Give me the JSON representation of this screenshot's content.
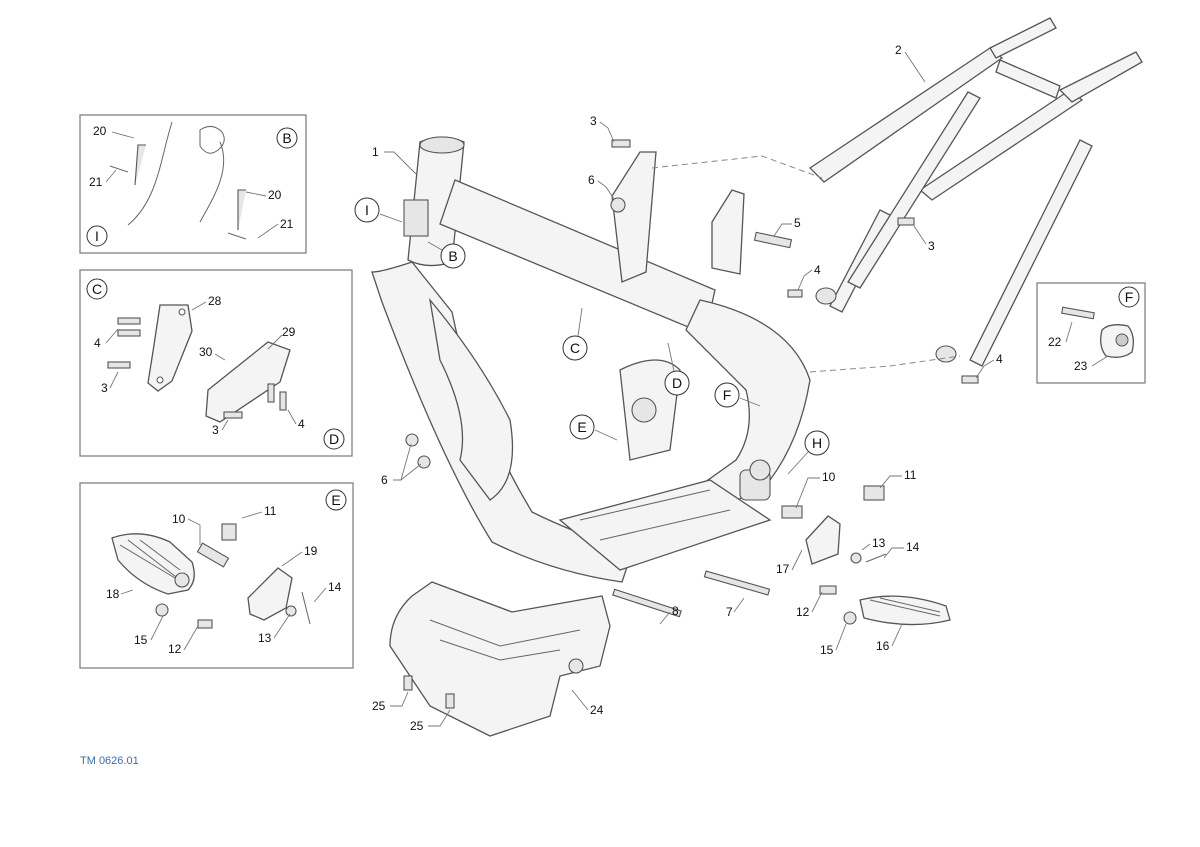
{
  "diagram": {
    "reference_code": "TM 0626.01",
    "detail_box_letters": [
      "B",
      "I",
      "C",
      "D",
      "E",
      "F"
    ],
    "callout_circles": [
      "I",
      "B",
      "C",
      "D",
      "E",
      "F",
      "H"
    ],
    "part_numbers": {
      "frame": "1",
      "subframe": "2",
      "bolt_3_top": "3",
      "bolt_3_subframe": "3",
      "nut_6_top": "6",
      "bolt_5": "5",
      "bolt_4_a": "4",
      "bolt_4_b": "4",
      "nut_6_left": "6",
      "footpeg_bracket_10": "10",
      "bolt_11": "11",
      "washer_13": "13",
      "spring_14": "14",
      "bracket_17": "17",
      "bolt_12": "12",
      "bolt_7": "7",
      "bolt_8": "8",
      "pin_15": "15",
      "footpeg_16": "16",
      "skid_plate_24": "24",
      "screw_25_a": "25",
      "screw_25_b": "25",
      "bolt_22": "22",
      "bumper_23": "23"
    },
    "box_labels": {
      "b_20_a": "20",
      "b_21_a": "21",
      "b_20_b": "20",
      "b_21_b": "21",
      "c_28": "28",
      "c_4": "4",
      "c_3": "3",
      "d_30": "30",
      "d_29": "29",
      "d_3": "3",
      "d_4": "4",
      "e_10": "10",
      "e_11": "11",
      "e_19": "19",
      "e_18": "18",
      "e_14": "14",
      "e_15": "15",
      "e_12": "12",
      "e_13": "13"
    }
  }
}
